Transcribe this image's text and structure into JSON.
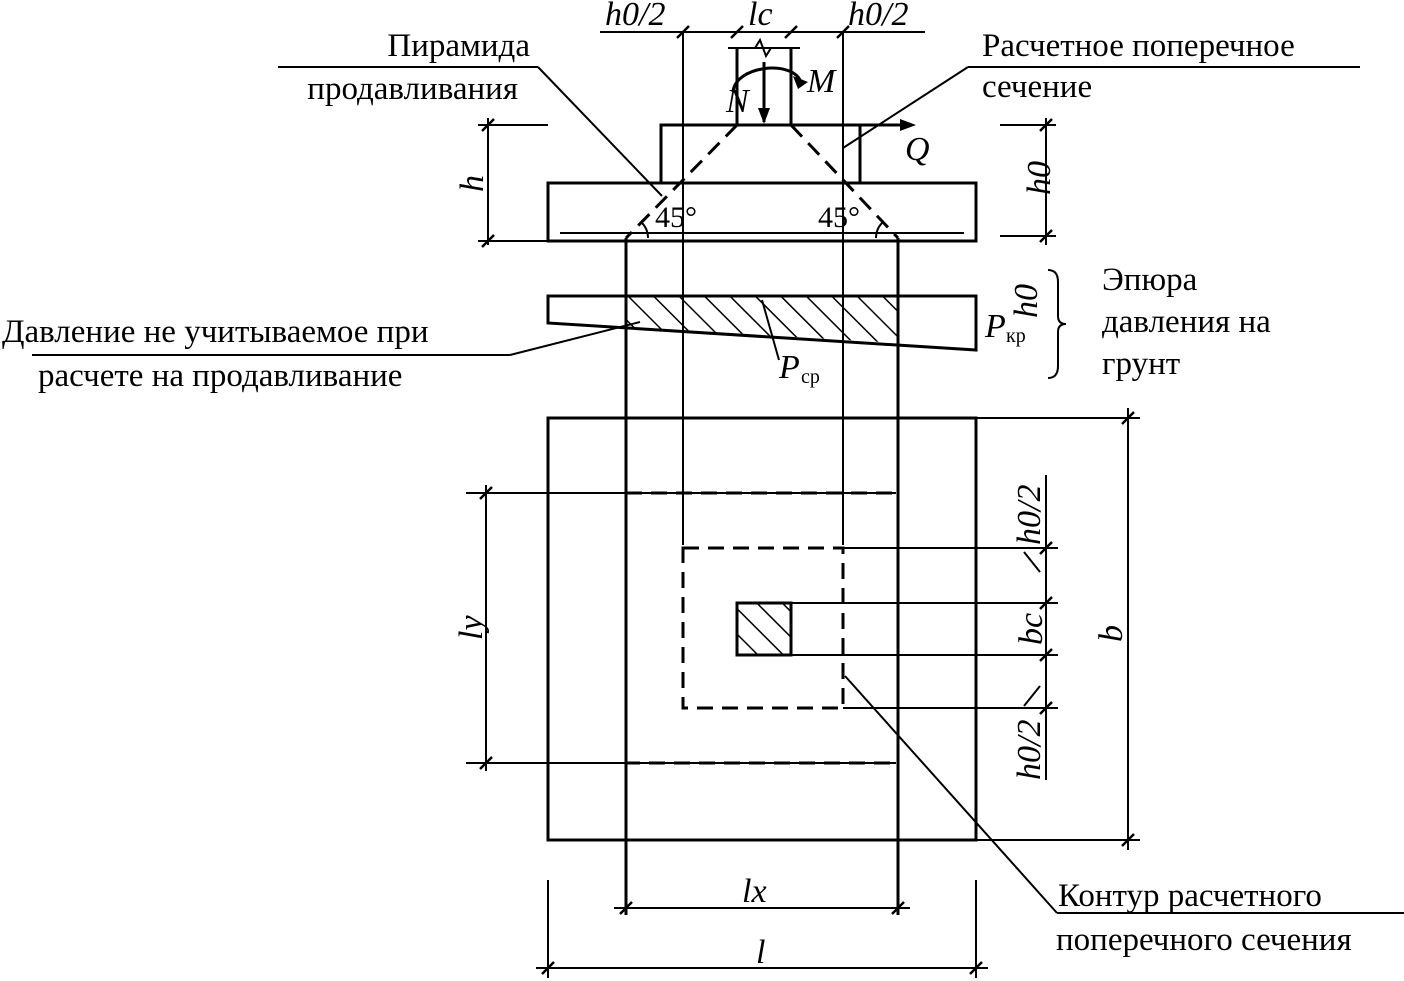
{
  "labels": {
    "pyramid_line1": "Пирамида",
    "pyramid_line2": "продавливания",
    "section_line1": "Расчетное поперечное",
    "section_line2": "сечение",
    "pressure_ignored_line1": "Давление не учитываемое при",
    "pressure_ignored_line2": "расчете на продавливание",
    "soil_pressure_line1": "Эпюра",
    "soil_pressure_line2": "давления на",
    "soil_pressure_line3": "грунт",
    "contour_line1": "Контур расчетного",
    "contour_line2": "поперечного сечения"
  },
  "symbols": {
    "h0_half_left": "h0/2",
    "lc": "lc",
    "h0_half_right": "h0/2",
    "M": "M",
    "N": "N",
    "Q": "Q",
    "h": "h",
    "h0": "h0",
    "angle_left": "45°",
    "angle_right": "45°",
    "P_kr": "P",
    "P_kr_sub": "кр",
    "h0_diagram": "h0",
    "P_sr": "P",
    "P_sr_sub": "ср",
    "ly": "ly",
    "lx": "lx",
    "l": "l",
    "b": "b",
    "bc": "bc",
    "h0_half_plan_top": "h0/2",
    "h0_half_plan_bottom": "h0/2"
  }
}
